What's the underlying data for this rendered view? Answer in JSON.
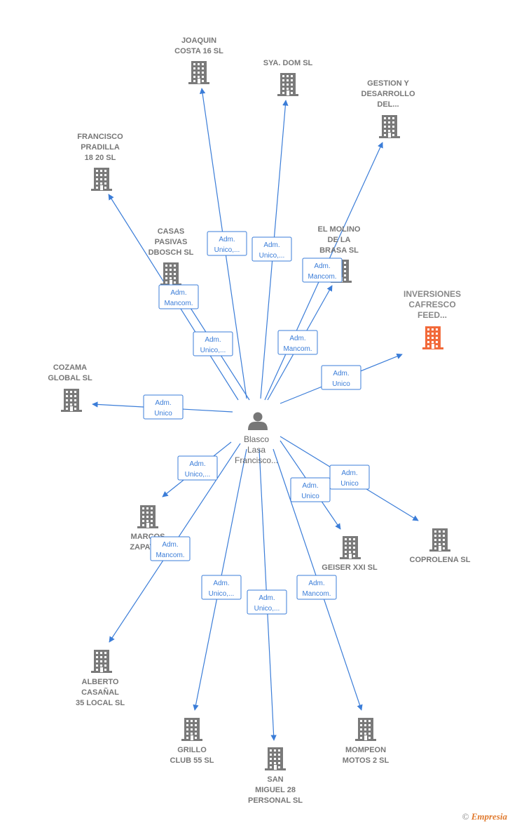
{
  "center": {
    "name_lines": [
      "Blasco",
      "Lasa",
      "Francisco..."
    ],
    "icon": "person-icon"
  },
  "companies": [
    {
      "id": "joaquin",
      "lines": [
        "JOAQUIN",
        "COSTA 16  SL"
      ],
      "edge_label": [
        "Adm.",
        "Unico,..."
      ]
    },
    {
      "id": "sya",
      "lines": [
        "SYA.  DOM SL"
      ],
      "edge_label": [
        "Adm.",
        "Unico,..."
      ]
    },
    {
      "id": "gestion",
      "lines": [
        "GESTION Y",
        "DESARROLLO",
        "DEL..."
      ],
      "edge_label": [
        "Adm.",
        "Mancom."
      ]
    },
    {
      "id": "francisco",
      "lines": [
        "FRANCISCO",
        "PRADILLA",
        "18 20  SL"
      ],
      "edge_label": [
        "Adm.",
        "Unico,..."
      ]
    },
    {
      "id": "casas",
      "lines": [
        "CASAS",
        "PASIVAS",
        "DBOSCH  SL"
      ],
      "edge_label": [
        "Adm.",
        "Mancom."
      ]
    },
    {
      "id": "molino",
      "lines": [
        "EL MOLINO",
        "DE LA",
        "BRASA  SL"
      ],
      "edge_label": [
        "Adm.",
        "Mancom."
      ]
    },
    {
      "id": "inversiones",
      "lines": [
        "INVERSIONES",
        "CAFRESCO",
        "FEED..."
      ],
      "edge_label": [
        "Adm.",
        "Unico"
      ],
      "highlight": true
    },
    {
      "id": "cozama",
      "lines": [
        "COZAMA",
        "GLOBAL SL"
      ],
      "edge_label": [
        "Adm.",
        "Unico"
      ]
    },
    {
      "id": "marcos",
      "lines": [
        "MARCOS",
        "ZAPATA..."
      ],
      "edge_label": [
        "Adm.",
        "Unico,..."
      ]
    },
    {
      "id": "geiser",
      "lines": [
        "GEISER XXI SL"
      ],
      "edge_label": [
        "Adm.",
        "Unico"
      ]
    },
    {
      "id": "coprolena",
      "lines": [
        "COPROLENA SL"
      ],
      "edge_label": [
        "Adm.",
        "Unico"
      ]
    },
    {
      "id": "alberto",
      "lines": [
        "ALBERTO",
        "CASAÑAL",
        "35 LOCAL  SL"
      ],
      "edge_label": [
        "Adm.",
        "Mancom."
      ]
    },
    {
      "id": "grillo",
      "lines": [
        "GRILLO",
        "CLUB 55  SL"
      ],
      "edge_label": [
        "Adm.",
        "Unico,..."
      ]
    },
    {
      "id": "sanmiguel",
      "lines": [
        "SAN",
        "MIGUEL 28",
        "PERSONAL  SL"
      ],
      "edge_label": [
        "Adm.",
        "Unico,..."
      ]
    },
    {
      "id": "mompeon",
      "lines": [
        "MOMPEON",
        "MOTOS 2  SL"
      ],
      "edge_label": [
        "Adm.",
        "Mancom."
      ]
    }
  ],
  "colors": {
    "edge": "#3b7dd8",
    "building": "#7a7a7a",
    "highlight": "#f26a3a",
    "person": "#777777"
  },
  "footer": {
    "copyright": "©",
    "brand": "Empresia"
  }
}
